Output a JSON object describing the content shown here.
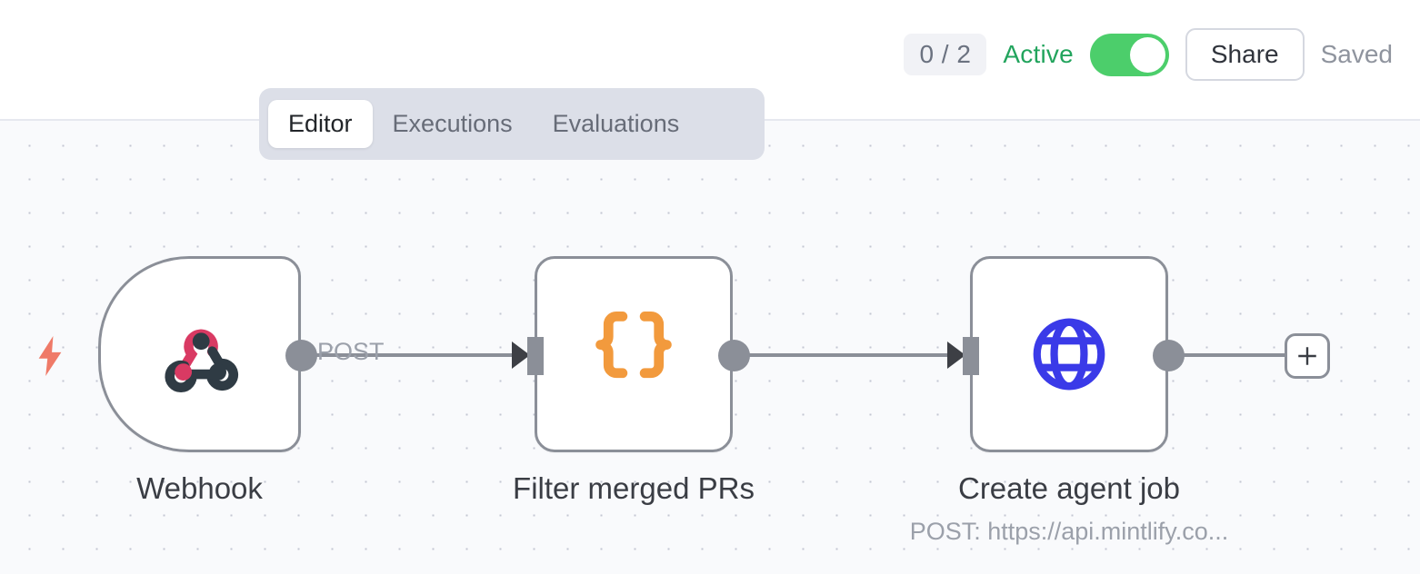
{
  "header": {
    "execution_count": "0 / 2",
    "active_label": "Active",
    "toggle_state": "on",
    "share_label": "Share",
    "saved_label": "Saved",
    "accent_active": "#22a45d",
    "toggle_on_color": "#4cce6b"
  },
  "tabs": [
    {
      "label": "Editor",
      "active": true
    },
    {
      "label": "Executions",
      "active": false
    },
    {
      "label": "Evaluations",
      "active": false
    }
  ],
  "canvas": {
    "background": "#f9fafc",
    "dot_color": "#c3c7d2",
    "trigger_icon": "lightning-bolt-icon",
    "trigger_icon_color": "#ef7a68",
    "add_button_label": "+"
  },
  "nodes": [
    {
      "id": "webhook",
      "title": "Webhook",
      "subtitle": "",
      "icon": "webhook-icon",
      "icon_color": "#d93a63",
      "icon_color_alt": "#2f3b44",
      "shape": "trigger"
    },
    {
      "id": "filter",
      "title": "Filter merged PRs",
      "subtitle": "",
      "icon": "curly-braces-icon",
      "icon_color": "#f29a3d",
      "shape": "box"
    },
    {
      "id": "http",
      "title": "Create agent job",
      "subtitle": "POST: https://api.mintlify.co...",
      "icon": "globe-icon",
      "icon_color": "#3a3ae8",
      "shape": "box"
    }
  ],
  "edges": [
    {
      "from": "webhook",
      "to": "filter",
      "label": "POST"
    },
    {
      "from": "filter",
      "to": "http",
      "label": ""
    }
  ]
}
